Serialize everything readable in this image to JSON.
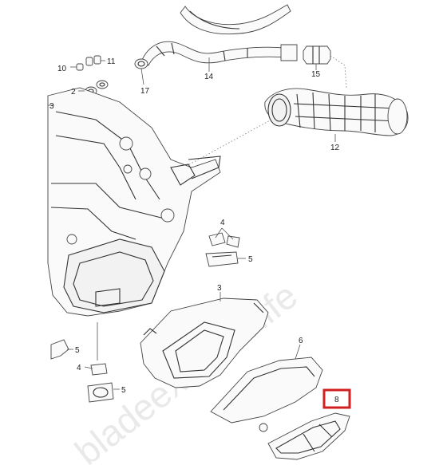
{
  "diagram": {
    "watermark": "bladeextremelife",
    "highlighted_part": "8",
    "callouts": [
      {
        "id": "c3a",
        "label": "3"
      },
      {
        "id": "c10",
        "label": "10"
      },
      {
        "id": "c11",
        "label": "11"
      },
      {
        "id": "c2",
        "label": "2"
      },
      {
        "id": "c17",
        "label": "17"
      },
      {
        "id": "c14",
        "label": "14"
      },
      {
        "id": "c15",
        "label": "15"
      },
      {
        "id": "c12",
        "label": "12"
      },
      {
        "id": "c4a",
        "label": "4"
      },
      {
        "id": "c5a",
        "label": "5"
      },
      {
        "id": "c3b",
        "label": "3"
      },
      {
        "id": "c6",
        "label": "6"
      },
      {
        "id": "c5b",
        "label": "5"
      },
      {
        "id": "c4b",
        "label": "4"
      },
      {
        "id": "c5c",
        "label": "5"
      },
      {
        "id": "c8",
        "label": "8"
      }
    ]
  }
}
